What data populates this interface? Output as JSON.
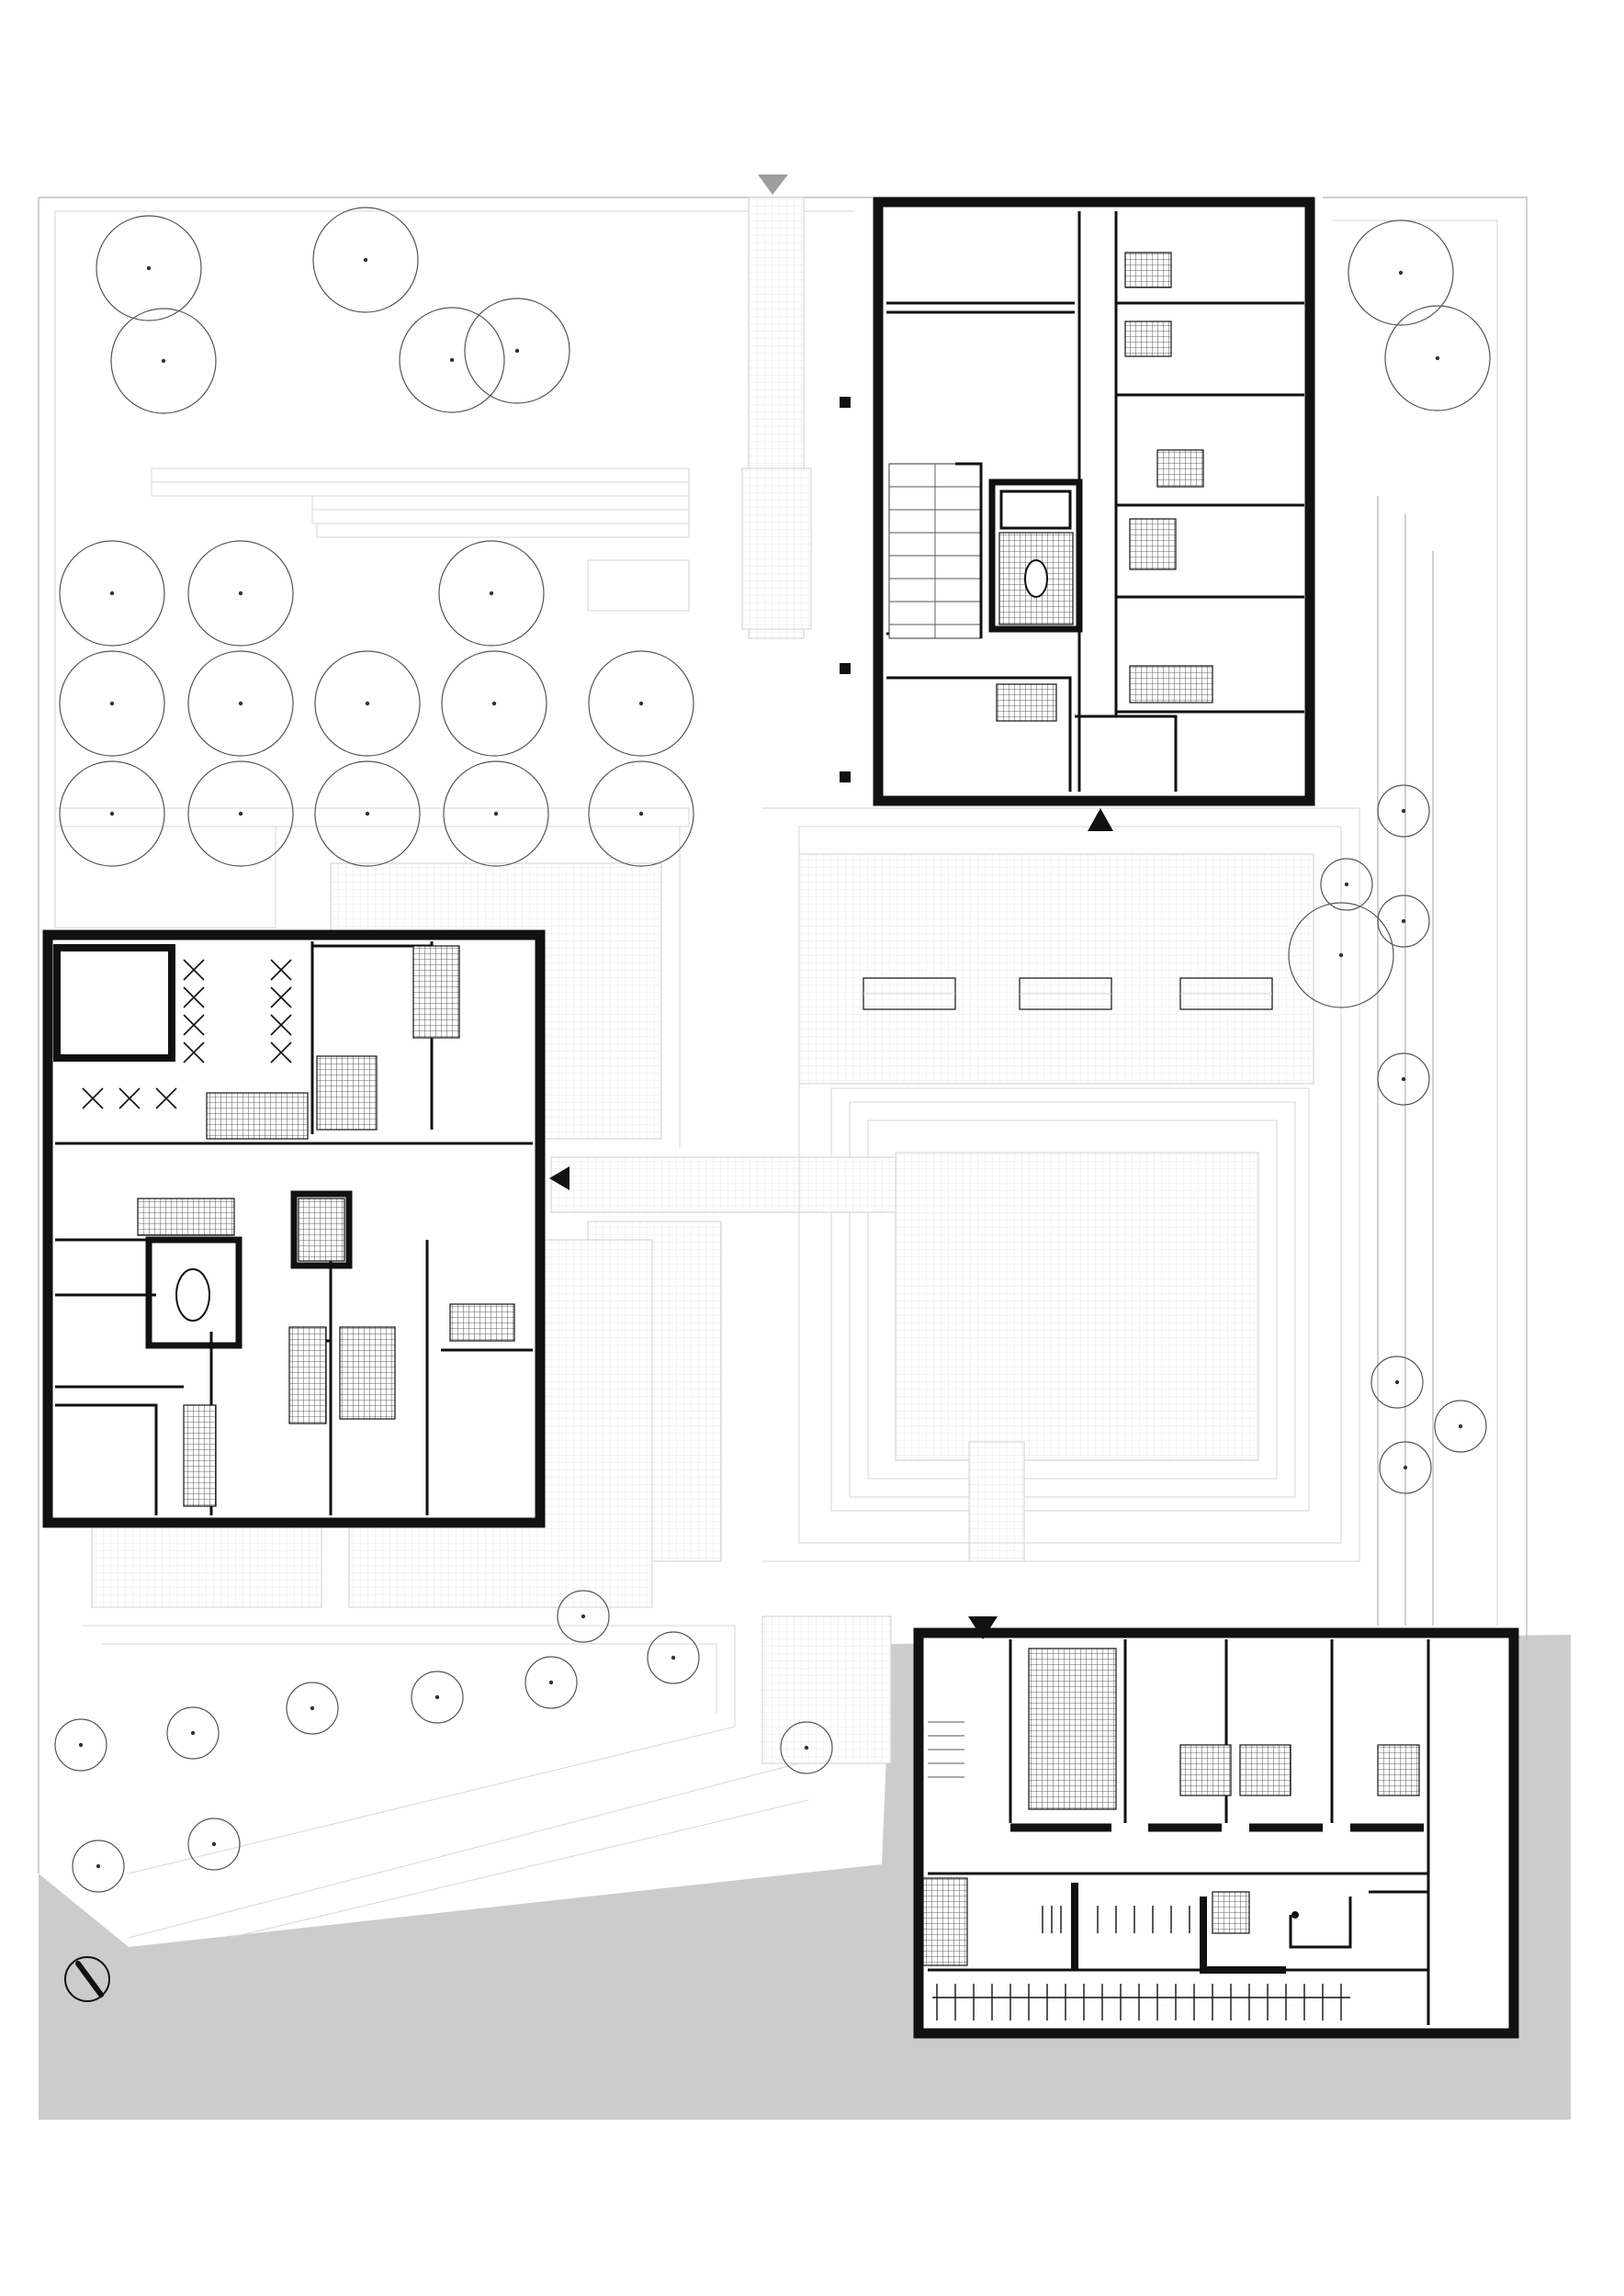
{
  "drawing": {
    "type": "architectural site plan / ground floor plan",
    "buildings": [
      "north-east-block",
      "west-block",
      "south-east-block"
    ],
    "colors": {
      "wall": "#111111",
      "ground_shading": "#cccccc",
      "site_lines": "#bdbdbd",
      "entrance_marker_grey": "#9e9e9e"
    },
    "icons": [
      "north-arrow-icon",
      "entrance-arrow-icon",
      "tree-icon",
      "bicycle-rack-icon",
      "spiral-stair-icon"
    ]
  }
}
